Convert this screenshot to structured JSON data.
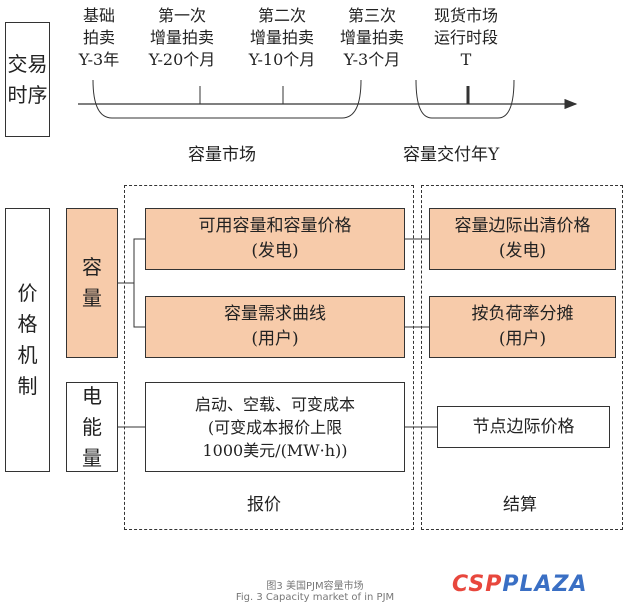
{
  "timeline": {
    "side_label": [
      "交易",
      "时序"
    ],
    "stages": [
      {
        "lines": [
          "基础",
          "拍卖",
          "Y-3年"
        ]
      },
      {
        "lines": [
          "第一次",
          "增量拍卖",
          "Y-20个月"
        ]
      },
      {
        "lines": [
          "第二次",
          "增量拍卖",
          "Y-10个月"
        ]
      },
      {
        "lines": [
          "第三次",
          "增量拍卖",
          "Y-3个月"
        ]
      },
      {
        "lines": [
          "现货市场",
          "运行时段",
          "T"
        ]
      }
    ],
    "capacity_market_label": "容量市场",
    "delivery_year_label": "容量交付年Y"
  },
  "mechanism": {
    "side_label": [
      "价",
      "格",
      "机",
      "制"
    ],
    "capacity_label": [
      "容",
      "量"
    ],
    "energy_label": [
      "电",
      "能",
      "量"
    ],
    "bids": {
      "supply_curve": [
        "可用容量和容量价格",
        "(发电)"
      ],
      "demand_curve": [
        "容量需求曲线",
        "(用户)"
      ],
      "energy_offer": [
        "启动、空载、可变成本",
        "(可变成本报价上限",
        "1000美元/(MW·h))"
      ],
      "group_label": "报价"
    },
    "settlement": {
      "clearing_price": [
        "容量边际出清价格",
        "(发电)"
      ],
      "load_allocation": [
        "按负荷率分摊",
        "(用户)"
      ],
      "lmp": "节点边际价格",
      "group_label": "结算"
    }
  },
  "caption": {
    "cn": "图3 美国PJM容量市场",
    "en": "Fig. 3 Capacity market of in PJM"
  },
  "watermark": {
    "part1": "CSP",
    "part2": "PLAZA",
    "color1": "#e8473d",
    "color2": "#3a6fc4"
  },
  "colors": {
    "orange_fill": "#f7cbaa",
    "line": "#333333"
  }
}
